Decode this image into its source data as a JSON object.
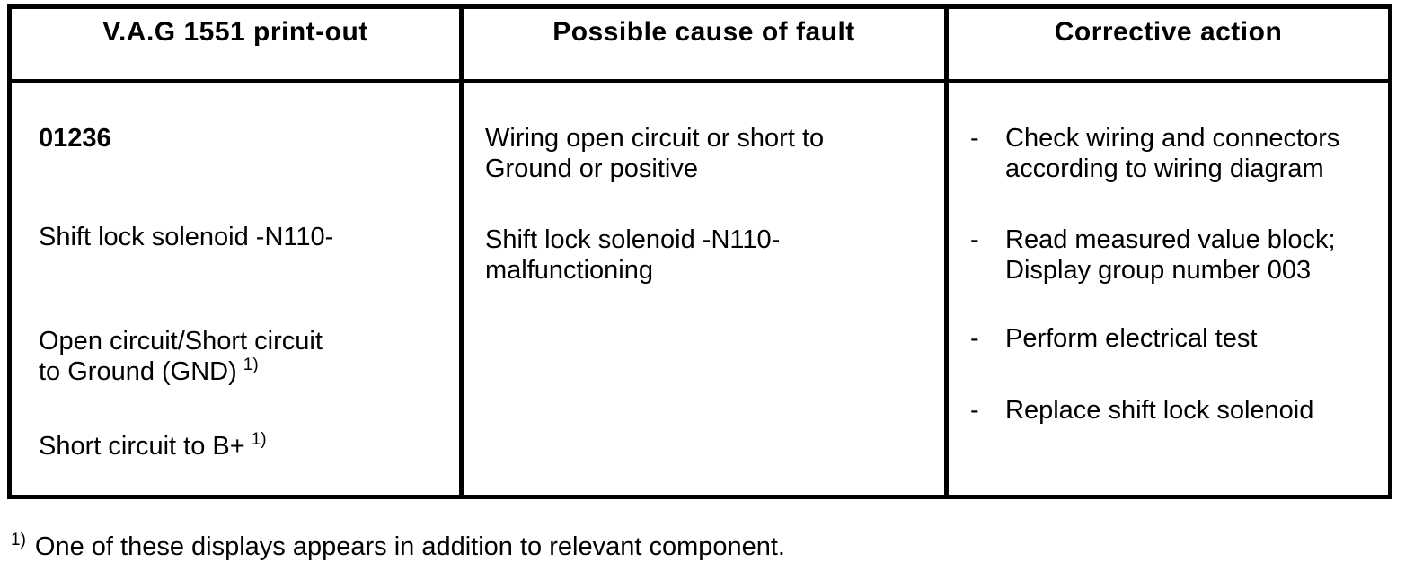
{
  "page": {
    "background_color": "#ffffff",
    "ink_color": "#000000"
  },
  "table": {
    "headers": [
      {
        "label": "V.A.G 1551 print-out"
      },
      {
        "label": "Possible cause of fault"
      },
      {
        "label": "Corrective action"
      }
    ],
    "printout": {
      "fault_code": "01236",
      "component": "Shift lock solenoid -N110-",
      "display1_text": "Open circuit/Short circuit\nto Ground (GND)",
      "display1_footnote_ref": "1)",
      "display2_text": "Short circuit to B+",
      "display2_footnote_ref": "1)"
    },
    "cause": {
      "item1": "Wiring open circuit or short to\nGround or positive",
      "item2": "Shift lock solenoid -N110-\nmalfunctioning"
    },
    "actions": [
      {
        "dash": "-",
        "text": "Check wiring and connectors\naccording to wiring diagram"
      },
      {
        "dash": "-",
        "text": "Read measured value block;\nDisplay group number 003"
      },
      {
        "dash": "-",
        "text": "Perform electrical test"
      },
      {
        "dash": "-",
        "text": "Replace shift lock solenoid"
      }
    ]
  },
  "footnote": {
    "marker": "1)",
    "text": "One of these displays appears in addition to relevant component."
  }
}
